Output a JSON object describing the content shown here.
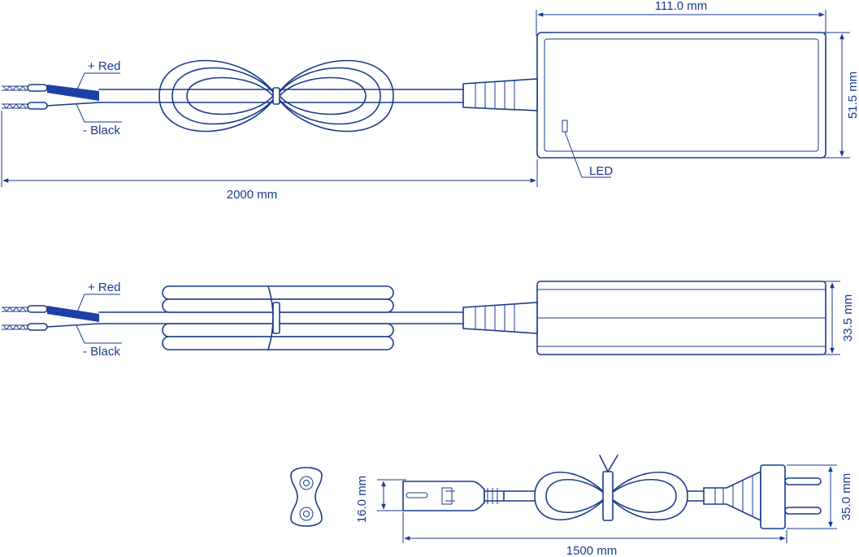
{
  "top_view": {
    "width_label": "111.0 mm",
    "height_label": "51.5 mm",
    "cable_label": "2000 mm",
    "red_label": "+ Red",
    "black_label": "- Black",
    "led_label": "LED"
  },
  "side_view": {
    "height_label": "33.5 mm",
    "red_label": "+ Red",
    "black_label": "- Black"
  },
  "mains_cable": {
    "connector_height_label": "16.0 mm",
    "plug_height_label": "35.0 mm",
    "cable_label": "1500 mm"
  },
  "colors": {
    "line": "#1a3a8c",
    "wire": "#1f3fa8"
  }
}
